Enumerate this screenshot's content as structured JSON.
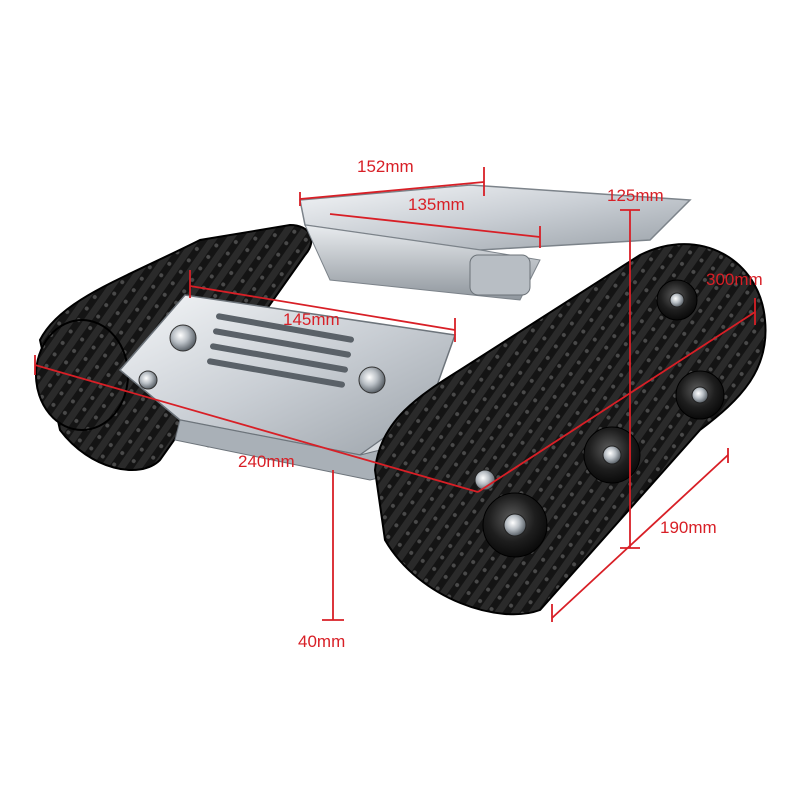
{
  "image": {
    "subject": "tracked robot tank chassis",
    "background_color": "#ffffff",
    "dimension_color": "#d81f26"
  },
  "dimensions": {
    "top_plate_length": "152mm",
    "top_plate_width": "135mm",
    "height": "125mm",
    "track_length": "300mm",
    "inner_width": "145mm",
    "overall_width": "240mm",
    "overall_depth": "190mm",
    "ground_clearance": "40mm"
  }
}
